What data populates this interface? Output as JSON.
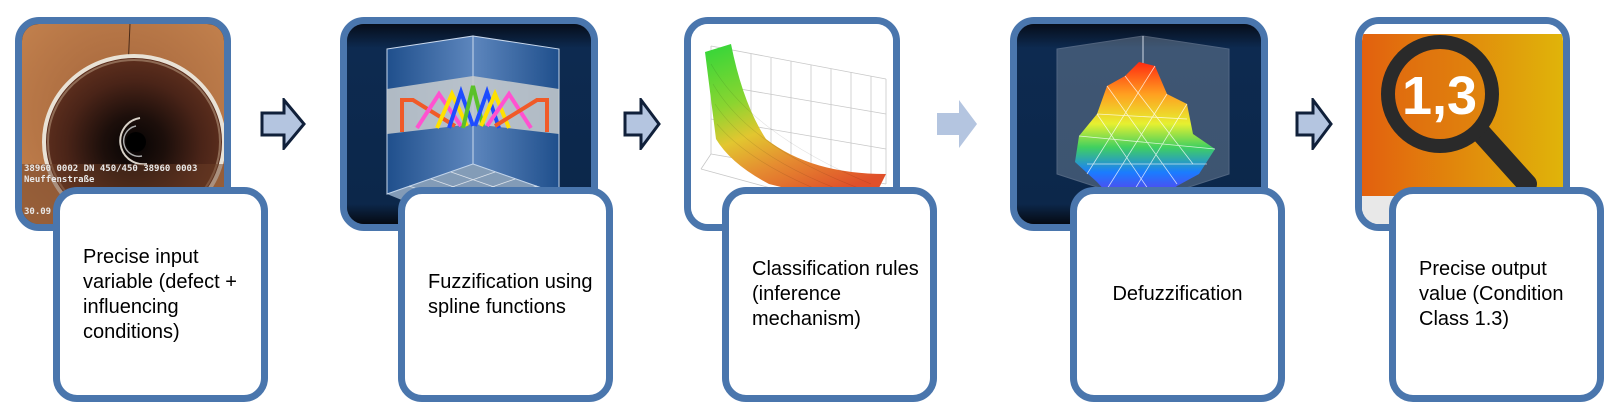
{
  "diagram": {
    "steps": [
      {
        "label": "Precise input variable (defect + influencing conditions)",
        "image": "pipe-inspection-photo",
        "overlay_lines": [
          "38960  0002 DN 450/450  38960  0003",
          "Neuffenstraße",
          "30.09."
        ]
      },
      {
        "label": "Fuzzification using spline functions",
        "image": "3d-membership-functions-chart"
      },
      {
        "label": "Classification rules (inference mechanism)",
        "image": "3d-surface-plot-green-to-red"
      },
      {
        "label": "Defuzzification",
        "image": "3d-rainbow-surface-chart"
      },
      {
        "label": "Precise output value (Condition Class 1.3)",
        "image": "magnifier-condition-class",
        "badge_value": "1,3"
      }
    ],
    "arrows": [
      {
        "style": "outlined",
        "fill": "#b4c5e0",
        "stroke": "#10203a"
      },
      {
        "style": "outlined",
        "fill": "#b4c5e0",
        "stroke": "#10203a"
      },
      {
        "style": "faded",
        "fill": "#b4c5e0",
        "stroke": "none"
      },
      {
        "style": "outlined",
        "fill": "#b4c5e0",
        "stroke": "#10203a"
      }
    ],
    "colors": {
      "box_border": "#4a76ad",
      "arrow_fill": "#b4c5e0",
      "arrow_outline": "#10203a"
    }
  }
}
